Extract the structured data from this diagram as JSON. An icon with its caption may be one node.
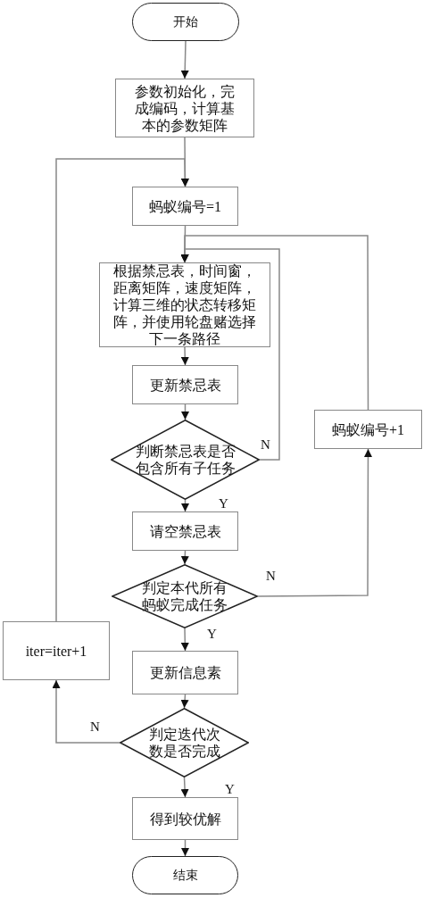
{
  "diagram": {
    "nodes": [
      {
        "text": [
          "开始"
        ]
      },
      {
        "text": [
          "参数初始化，完成编码，计算基本的参数矩阵"
        ]
      },
      {
        "text": [
          "蚂蚁编号=1"
        ]
      },
      {
        "text": [
          "根据禁忌表，时间窗，距离矩阵，速度矩阵，计算三维的状态转移矩阵，并使用轮盘赌选择下一条路径"
        ]
      },
      {
        "text": [
          "更新禁忌表"
        ]
      },
      {
        "text": [
          "判断禁忌表是否包含所有子任务"
        ]
      },
      {
        "text": [
          "请空禁忌表"
        ]
      },
      {
        "text": [
          "判定本代所有蚂蚁完成任务"
        ]
      },
      {
        "text": [
          "更新信息素"
        ]
      },
      {
        "text": [
          "判定迭代次数是否完成"
        ]
      },
      {
        "text": [
          "得到较优解"
        ]
      },
      {
        "text": [
          "结束"
        ]
      },
      {
        "text": [
          "蚂蚁编号+1"
        ]
      },
      {
        "text": [
          "iter=iter+1"
        ]
      }
    ],
    "edges": [
      {
        "from": 0,
        "to": 1,
        "arrow": "to"
      },
      {
        "from": 1,
        "to": 2,
        "arrow": "to"
      },
      {
        "from": 2,
        "to": 3,
        "arrow": "to"
      },
      {
        "from": 3,
        "to": 4,
        "arrow": "to"
      },
      {
        "from": 4,
        "to": 5,
        "arrow": "to"
      },
      {
        "from": 5,
        "to": 6,
        "arrow": "to",
        "label": "Y"
      },
      {
        "from": 5,
        "to": 3,
        "arrow": "to",
        "label": "N"
      },
      {
        "from": 6,
        "to": 7,
        "arrow": "to"
      },
      {
        "from": 7,
        "to": 8,
        "arrow": "to",
        "label": "Y"
      },
      {
        "from": 7,
        "to": 12,
        "arrow": "to",
        "label": "N"
      },
      {
        "from": 12,
        "to": 3,
        "arrow": "to"
      },
      {
        "from": 8,
        "to": 9,
        "arrow": "to"
      },
      {
        "from": 9,
        "to": 10,
        "arrow": "to",
        "label": "Y"
      },
      {
        "from": 9,
        "to": 13,
        "arrow": "to",
        "label": "N"
      },
      {
        "from": 13,
        "to": 2,
        "arrow": "to"
      },
      {
        "from": 10,
        "to": 11,
        "arrow": "to"
      }
    ]
  }
}
